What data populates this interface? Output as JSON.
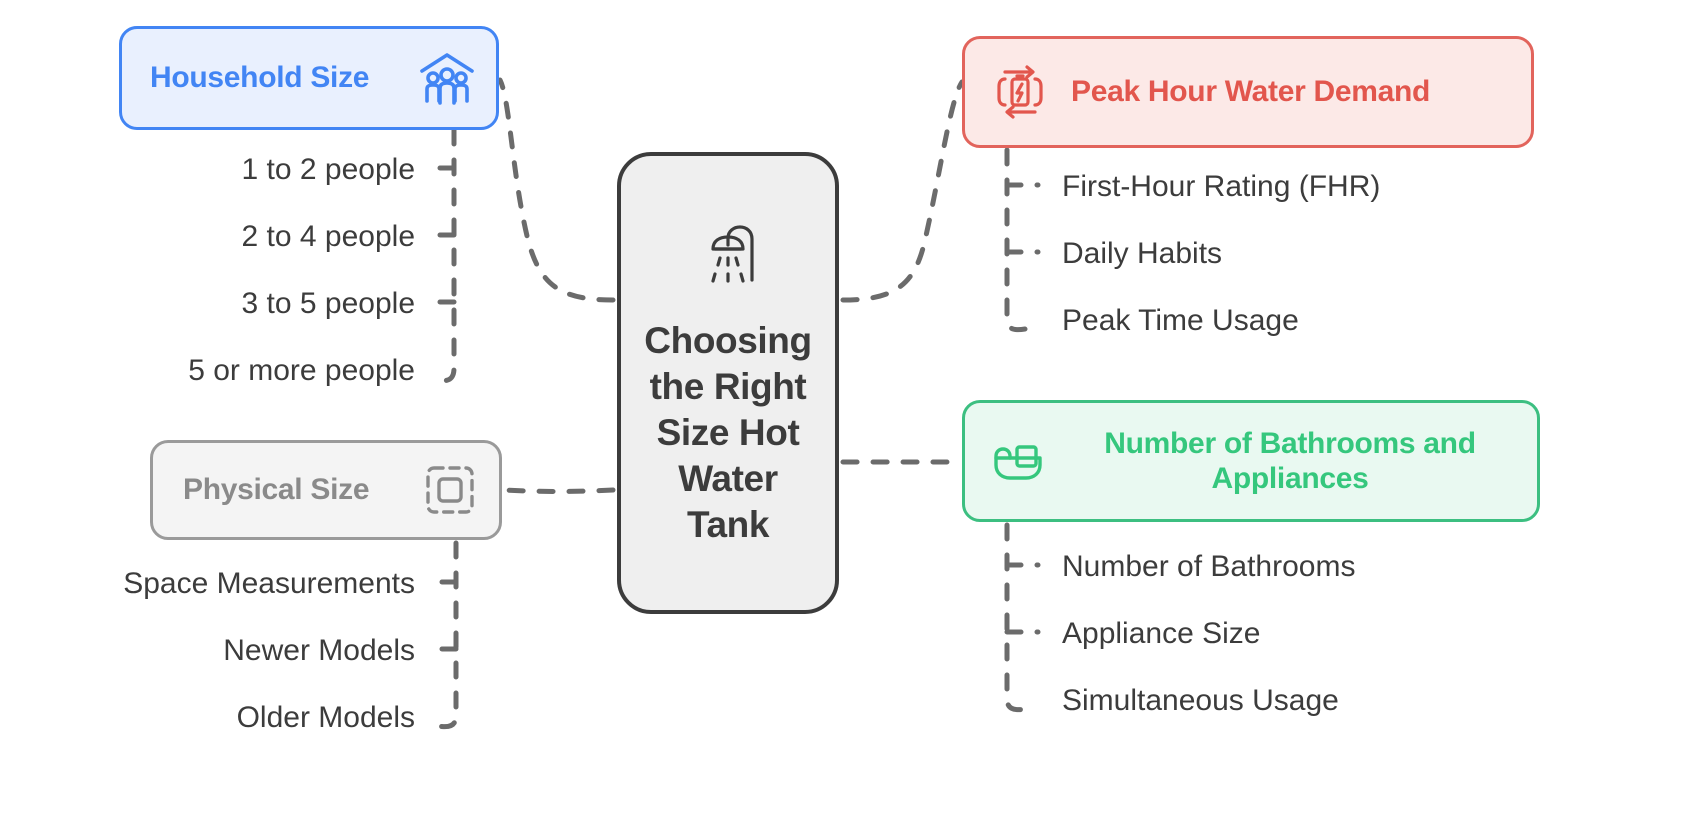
{
  "diagram": {
    "type": "mind-map",
    "background": "#ffffff",
    "connector_style": "dashed",
    "connector_color": "#6b6b6b"
  },
  "center": {
    "title": "Choosing the Right Size Hot Water Tank",
    "icon": "shower-icon",
    "fill": "#efefef",
    "border": "#3c3c3c",
    "text_color": "#3c3c3c"
  },
  "branches": [
    {
      "id": "household",
      "label": "Household Size",
      "icon": "household-people-icon",
      "accent": "#4285f4",
      "fill": "#e9f0fe",
      "side": "left",
      "children": [
        "1 to 2 people",
        "2 to 4 people",
        "3 to 5 people",
        "5 or more people"
      ]
    },
    {
      "id": "physical",
      "label": "Physical Size",
      "icon": "resize-square-icon",
      "accent": "#8a8a8a",
      "fill": "#f4f4f4",
      "side": "left",
      "children": [
        "Space Measurements",
        "Newer Models",
        "Older Models"
      ]
    },
    {
      "id": "peak",
      "label": "Peak Hour Water Demand",
      "icon": "battery-recycle-icon",
      "accent": "#e2564d",
      "fill": "#fce9e7",
      "side": "right",
      "children": [
        "First-Hour Rating (FHR)",
        "Daily Habits",
        "Peak Time Usage"
      ]
    },
    {
      "id": "bathrooms",
      "label": "Number of Bathrooms and Appliances",
      "icon": "bathtub-icon",
      "accent": "#35c77d",
      "fill": "#e9f9f1",
      "side": "right",
      "children": [
        "Number of Bathrooms",
        "Appliance Size",
        "Simultaneous Usage"
      ]
    }
  ]
}
